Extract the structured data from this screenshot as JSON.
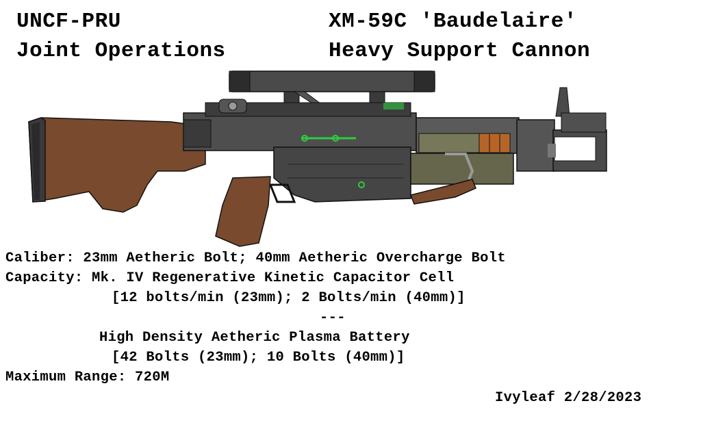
{
  "header": {
    "left_line1": "UNCF-PRU",
    "left_line2": "Joint Operations",
    "right_line1": "XM-59C 'Baudelaire'",
    "right_line2": "Heavy Support Cannon"
  },
  "specs": {
    "caliber": "Caliber: 23mm Aetheric Bolt; 40mm Aetheric Overcharge Bolt",
    "capacity": "Capacity: Mk. IV Regenerative Kinetic Capacitor Cell",
    "capacity_rate": "[12 bolts/min (23mm); 2 Bolts/min (40mm)]",
    "separator": "---",
    "battery": "High Density Aetheric Plasma Battery",
    "battery_rate": "[42 Bolts (23mm); 10 Bolts (40mm)]",
    "range": "Maximum Range: 720M"
  },
  "signature": "Ivyleaf 2/28/2023",
  "colors": {
    "wood": "#7a4a2e",
    "metal_dark": "#3a3a3a",
    "metal_mid": "#555555",
    "accent_green": "#2ecc40",
    "olive": "#77775a",
    "copper": "#b5652a"
  }
}
